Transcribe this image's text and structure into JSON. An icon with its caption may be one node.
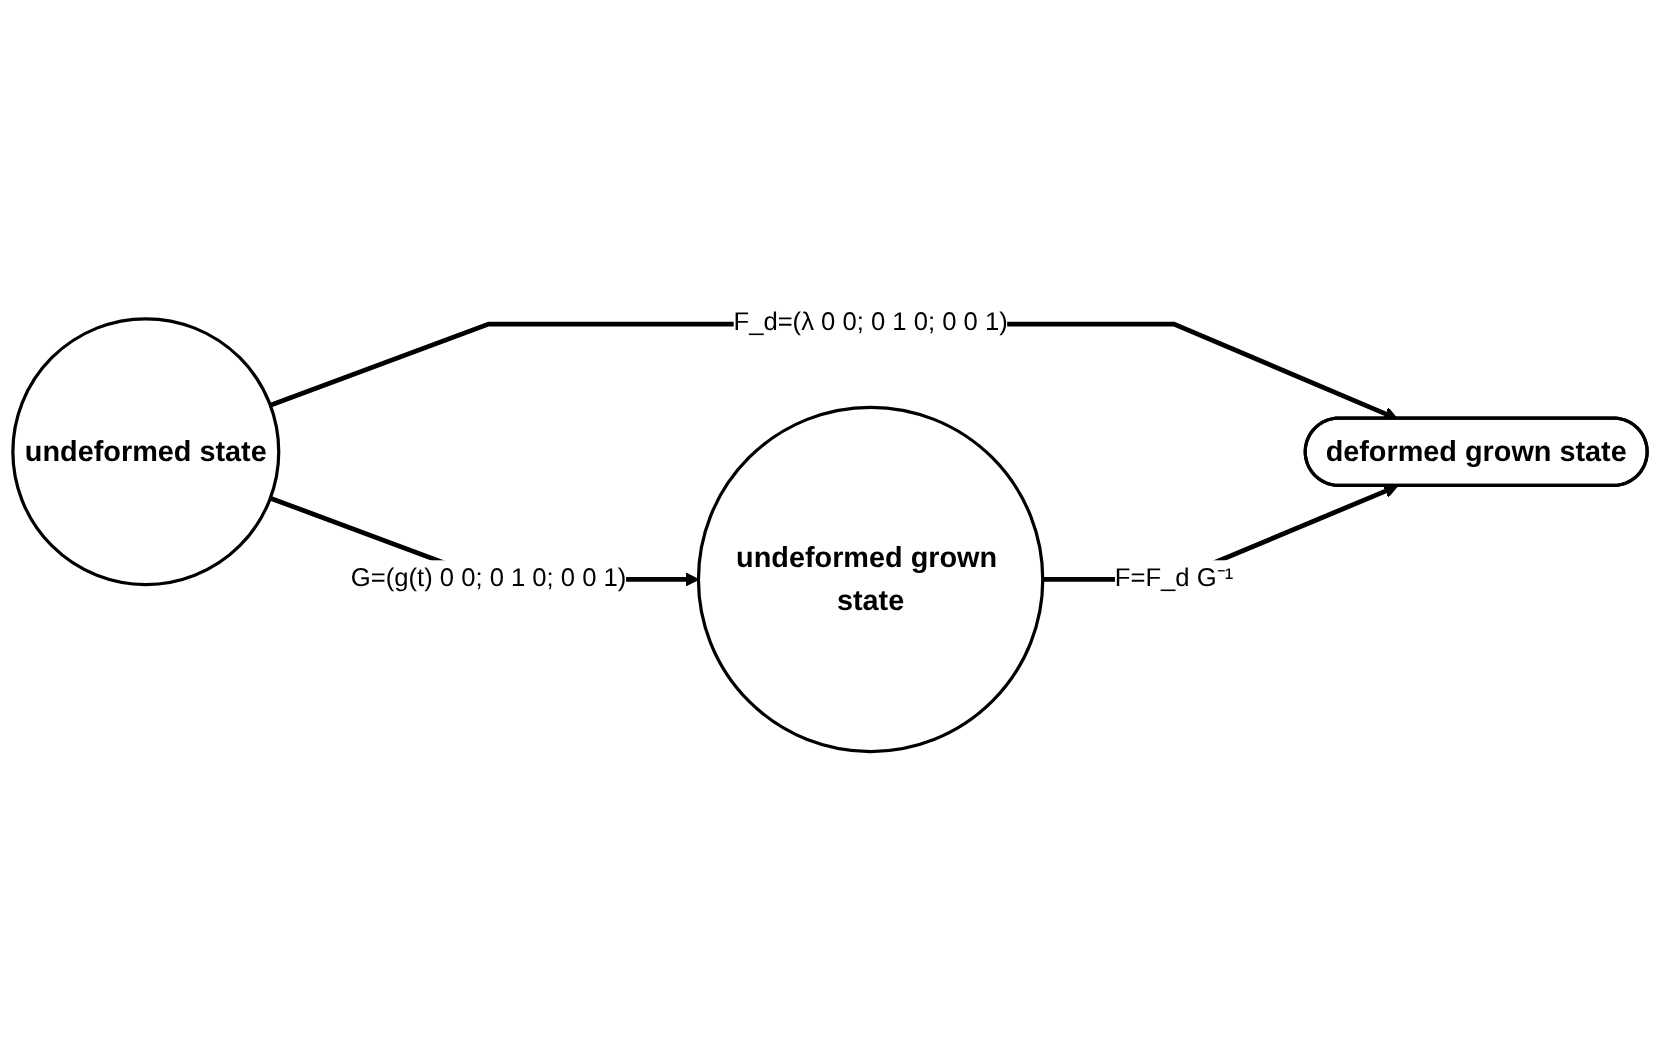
{
  "diagram": {
    "nodes": [
      {
        "text": [
          "undeformed state"
        ]
      },
      {
        "text": [
          "deformed grown state"
        ]
      },
      {
        "text": [
          "undeformed grown state"
        ]
      }
    ],
    "edges": [
      {
        "from": 0,
        "to": 1,
        "arrow": "to",
        "label": "F_d=(λ 0 0; 0 1 0; 0 0 1)"
      },
      {
        "from": 0,
        "to": 2,
        "arrow": "to",
        "label": "G=(g(t) 0 0; 0 1 0; 0 0 1)"
      },
      {
        "from": 2,
        "to": 1,
        "arrow": "to",
        "label": "F=F_d G⁻¹"
      }
    ]
  }
}
